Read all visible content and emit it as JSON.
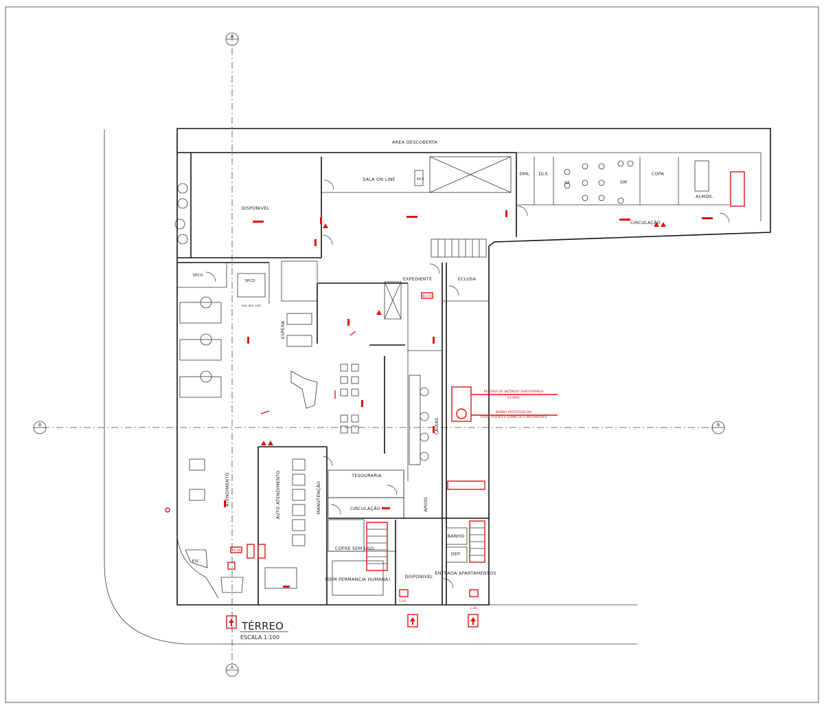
{
  "title": "TÉRREO",
  "scale": "ESCALA 1:100",
  "axis_markers": {
    "a_top": "A",
    "a_bottom": "A",
    "b_left": "B",
    "b_right": "B"
  },
  "rooms": {
    "area_descoberta": "ÁREA DESCOBERTA",
    "disponivel_top": "DISPONIVEL",
    "sala_on_line": "SALA ON LINE",
    "rack": "RACK",
    "dml": "DML",
    "dls": "DLS",
    "sf": "SF",
    "sm": "SM",
    "copa": "COPA",
    "almox": "ALMOX.",
    "circulacao_top": "CIRCULAÇÃO",
    "spcd_1": "SPCD",
    "spcd_2": "SPCD",
    "maq_cafe": "MAQ. BEB. CAFÉ",
    "expediente": "EXPEDIENTE",
    "eclusa": "ECLUSA",
    "espera": "ESPERA",
    "caixas": "CAIXAS",
    "atendimento": "ATENDIMENTO",
    "auto_atendimento": "AUTO ATENDIMENTO",
    "manutencao": "MANUTENÇÃO",
    "tesouraria": "TESOURARIA",
    "circulacao_mid": "CIRCULAÇÃO",
    "apoio": "APOIO",
    "cofre_sem_uso": "COFRE SEM USO",
    "sem_permancia": "(SEM PERMANCIA HUMANA)",
    "disponivel_bottom": "DISPONIVEL",
    "banho": "BANHO",
    "dep": "DEP.",
    "entrada_apartamentos": "ENTRADA APARTAMENTOS",
    "esc": "ESC."
  },
  "notes": {
    "reserva": "RESERVA DE INCÊNDIO SUBTERRÂNEA",
    "reserva_vol": "13.000L",
    "bomba": "BOMBA PROTEGIDA DO",
    "bomba_2": "FOGO, AGENTES QUÍMICOS E INTEMPÉRIES",
    "height_1": "1.20",
    "height_2": "1.20",
    "sign_1": "B1-03",
    "sign_2": "B1-04"
  },
  "colors": {
    "walls": "#111111",
    "fire_safety": "#e01010",
    "axis": "#444444"
  }
}
